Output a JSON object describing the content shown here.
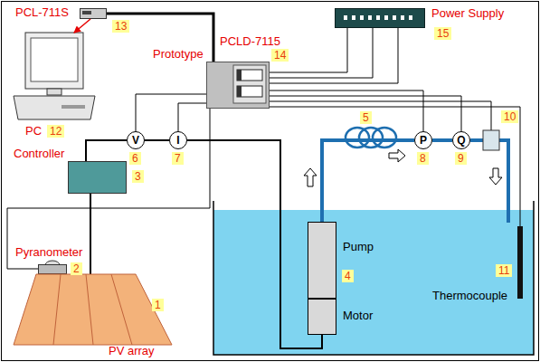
{
  "diagram": {
    "nodes": [
      {
        "text": [
          "PCL-711S"
        ]
      },
      {
        "text": [
          "PC"
        ]
      },
      {
        "text": [
          "Prototype",
          "PCLD-7115"
        ]
      },
      {
        "text": [
          "Power Supply"
        ]
      },
      {
        "text": [
          "Controller"
        ]
      },
      {
        "text": [
          "V"
        ]
      },
      {
        "text": [
          "I"
        ]
      },
      {
        "text": [
          "P"
        ]
      },
      {
        "text": [
          "Q"
        ]
      },
      {
        "text": [
          "Pyranometer"
        ]
      },
      {
        "text": [
          "PV array"
        ]
      },
      {
        "text": [
          "Pump"
        ]
      },
      {
        "text": [
          "Motor"
        ]
      },
      {
        "text": [
          "Thermocouple"
        ]
      }
    ],
    "edges": [
      {
        "from": 0,
        "to": 1,
        "arrow": "to"
      },
      {
        "from": 0,
        "to": 2,
        "arrow": "none"
      },
      {
        "from": 2,
        "to": 3,
        "arrow": "none"
      },
      {
        "from": 2,
        "to": 3,
        "arrow": "none"
      },
      {
        "from": 2,
        "to": 3,
        "arrow": "none"
      },
      {
        "from": 2,
        "to": 7,
        "arrow": "none"
      },
      {
        "from": 2,
        "to": 8,
        "arrow": "none"
      },
      {
        "from": 2,
        "to": 13,
        "arrow": "none"
      },
      {
        "from": 2,
        "to": 5,
        "arrow": "none"
      },
      {
        "from": 2,
        "to": 6,
        "arrow": "none"
      },
      {
        "from": 2,
        "to": 9,
        "arrow": "none"
      },
      {
        "from": 4,
        "to": 5,
        "arrow": "none"
      },
      {
        "from": 5,
        "to": 6,
        "arrow": "none"
      },
      {
        "from": 6,
        "to": 12,
        "arrow": "none"
      },
      {
        "from": 10,
        "to": 4,
        "arrow": "none"
      },
      {
        "from": 11,
        "to": 7,
        "arrow": "none"
      },
      {
        "from": 7,
        "to": 8,
        "arrow": "none"
      }
    ],
    "labels": [
      "13",
      "14",
      "15",
      "12",
      "10",
      "5",
      "3",
      "6",
      "7",
      "8",
      "9",
      "2",
      "11",
      "4",
      "1"
    ]
  }
}
